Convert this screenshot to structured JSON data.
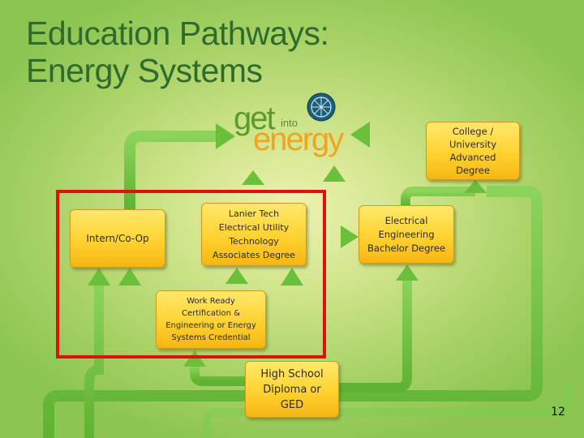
{
  "title": {
    "line1": "Education Pathways:",
    "line2": "Energy Systems"
  },
  "logo": {
    "word1": "get",
    "word2": "into",
    "word3": "energy"
  },
  "boxes": {
    "intern": "Intern/Co-Op",
    "lanier": "Lanier Tech\nElectrical Utility\nTechnology\nAssociates Degree",
    "electrical": "Electrical\nEngineering\nBachelor Degree",
    "college": "College /\nUniversity\nAdvanced\nDegree",
    "work_ready": "Work Ready\nCertification &\nEngineering or Energy\nSystems Credential",
    "high_school": "High School\nDiploma or\nGED"
  },
  "page_number": "12",
  "colors": {
    "arrow": "#6cbf3a",
    "box": "#ffd230",
    "highlight": "#e01010",
    "title": "#2f6c2c"
  }
}
